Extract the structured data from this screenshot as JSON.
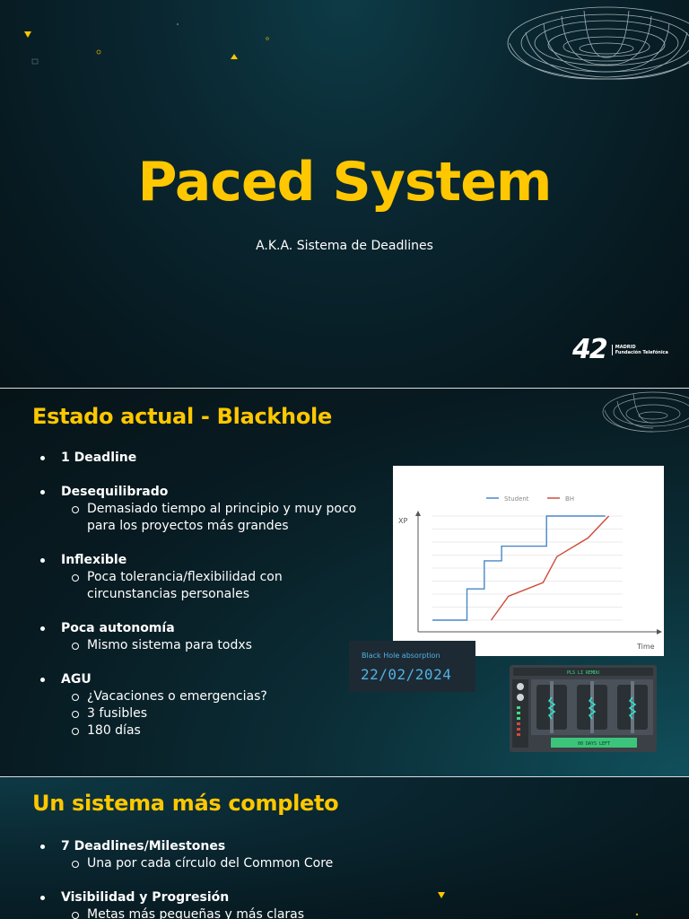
{
  "slide1": {
    "title": "Paced System",
    "subtitle": "A.K.A. Sistema de Deadlines",
    "logo_number": "42",
    "logo_line1": "MADRID",
    "logo_line2": "Fundación Telefónica"
  },
  "slide2": {
    "heading": "Estado actual - Blackhole",
    "bullets": [
      {
        "label": "1 Deadline",
        "sub": []
      },
      {
        "label": "Desequilibrado",
        "sub": [
          "Demasiado tiempo al principio y muy poco para los proyectos más grandes"
        ]
      },
      {
        "label": "Inflexible",
        "sub": [
          "Poca tolerancia/flexibilidad con circunstancias personales"
        ]
      },
      {
        "label": "Poca autonomía",
        "sub": [
          "Mismo sistema para todxs"
        ]
      },
      {
        "label": "AGU",
        "sub": [
          "¿Vacaciones o emergencias?",
          "3 fusibles",
          "180 días"
        ]
      }
    ],
    "badge_label": "Black Hole absorption",
    "badge_date": "22/02/2024",
    "machine_top": "PLS LI REMDU",
    "machine_bottom": "00 DAYS LEFT"
  },
  "chart_data": {
    "type": "line",
    "xlabel": "Time",
    "ylabel": "XP",
    "grid": true,
    "legend_position": "top-center",
    "series": [
      {
        "name": "Student",
        "color": "#4a86c8",
        "points": [
          [
            0,
            0
          ],
          [
            1,
            0
          ],
          [
            1,
            0.3
          ],
          [
            1.5,
            0.3
          ],
          [
            1.5,
            0.57
          ],
          [
            2,
            0.57
          ],
          [
            2,
            0.71
          ],
          [
            3.3,
            0.71
          ],
          [
            3.3,
            1
          ],
          [
            5,
            1
          ]
        ]
      },
      {
        "name": "BH",
        "color": "#d04a3a",
        "points": [
          [
            1.7,
            0
          ],
          [
            2.2,
            0.23
          ],
          [
            3.2,
            0.36
          ],
          [
            3.6,
            0.61
          ],
          [
            4.5,
            0.79
          ],
          [
            5.1,
            1
          ]
        ]
      }
    ],
    "ylim": [
      0,
      1
    ],
    "xlim": [
      0,
      5.5
    ]
  },
  "slide3": {
    "heading": "Un sistema más completo",
    "bullets": [
      {
        "label": "7 Deadlines/Milestones",
        "sub": [
          "Una por cada círculo del Common Core"
        ]
      },
      {
        "label": "Visibilidad y Progresión",
        "sub": [
          "Metas más pequeñas y más claras"
        ]
      }
    ]
  },
  "colors": {
    "accent": "#ffc700",
    "background": "#081a22",
    "text": "#ffffff"
  }
}
